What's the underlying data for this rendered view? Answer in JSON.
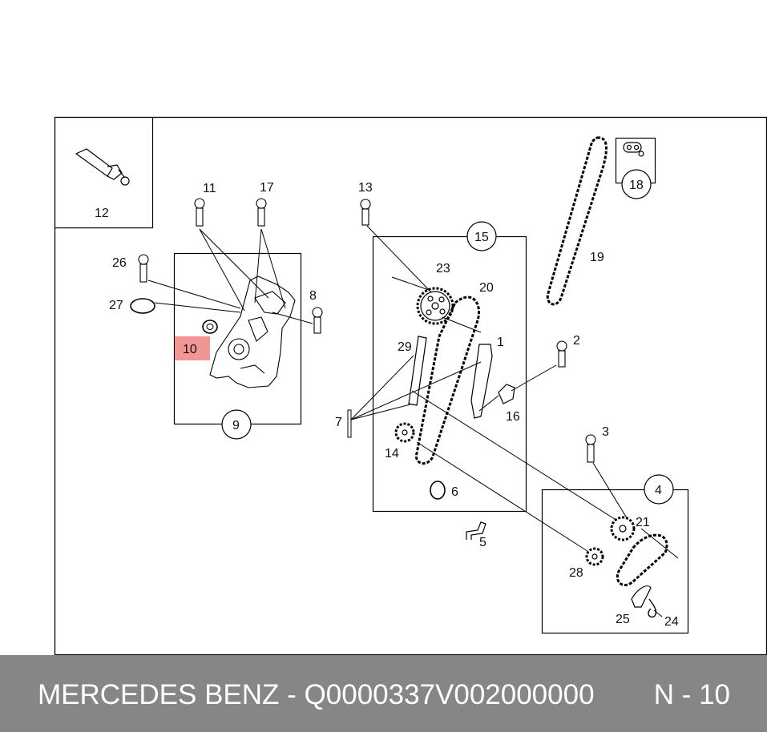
{
  "diagram": {
    "highlight_color": "#f39595",
    "highlighted_part": "10",
    "labels": {
      "l1": "1",
      "l2": "2",
      "l3": "3",
      "l4": "4",
      "l5": "5",
      "l6": "6",
      "l7": "7",
      "l8": "8",
      "l9": "9",
      "l10": "10",
      "l11": "11",
      "l12": "12",
      "l13": "13",
      "l14": "14",
      "l15": "15",
      "l16": "16",
      "l17": "17",
      "l18": "18",
      "l19": "19",
      "l20": "20",
      "l21": "21",
      "l23": "23",
      "l24": "24",
      "l25": "25",
      "l26": "26",
      "l27": "27",
      "l28": "28",
      "l29": "29"
    }
  },
  "footer": {
    "title": "MERCEDES BENZ - Q0000337V002000000",
    "page": "N - 10",
    "background": "#868686"
  }
}
